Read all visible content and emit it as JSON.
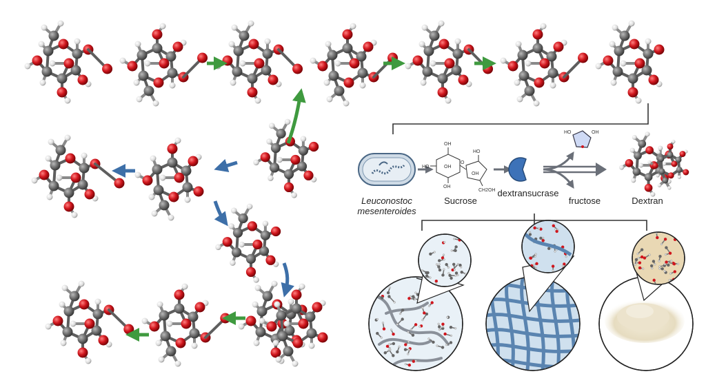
{
  "pathway": {
    "organism_line1": "Leuconostoc",
    "organism_line2": "mesenteroides",
    "substrate": "Sucrose",
    "enzyme": "dextransucrase",
    "byproduct": "fructose",
    "product": "Dextran"
  },
  "sucrose_labels": {
    "oh": "OH",
    "ho": "HO",
    "ch2oh": "CH2OH",
    "o": "O"
  },
  "fructose_labels": {
    "ho": "HO",
    "oh": "OH"
  },
  "colors": {
    "carbon": "#6b6b6b",
    "oxygen": "#d0161d",
    "hydrogen": "#e8e8e8",
    "green_arrow": "#3f9a3f",
    "blue_arrow": "#3d6fa8",
    "hydrogel_blue": "#cfe0ee",
    "powder_tan": "#e9d8b4"
  },
  "icons": [
    "bacterium-icon",
    "pacman-enzyme-icon",
    "fructose-ring-icon",
    "magnifier-circle-icon"
  ]
}
